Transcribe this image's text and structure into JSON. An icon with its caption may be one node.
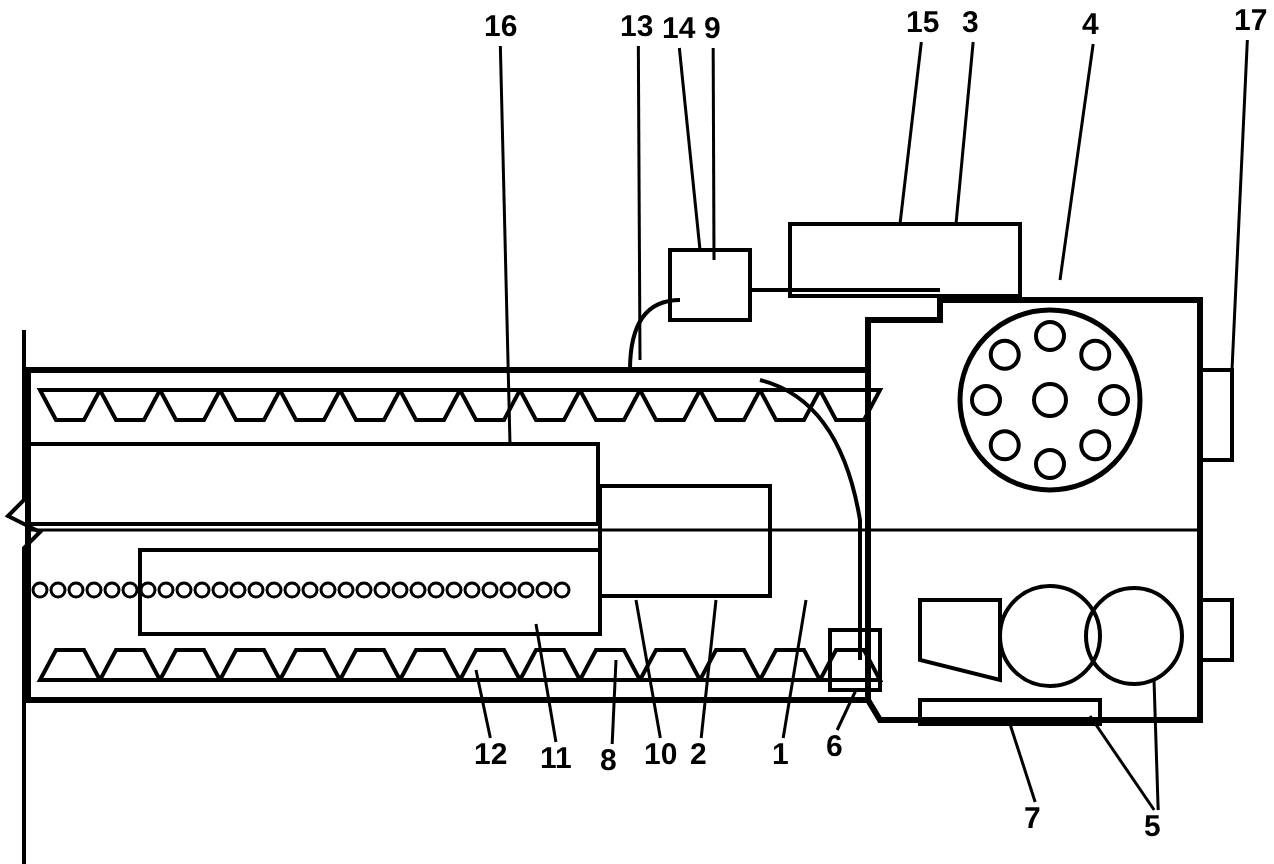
{
  "diagram": {
    "nodes": [
      {
        "text": [
          "16"
        ]
      },
      {
        "text": [
          "13"
        ]
      },
      {
        "text": [
          "14"
        ]
      },
      {
        "text": [
          "9"
        ]
      },
      {
        "text": [
          "15"
        ]
      },
      {
        "text": [
          "3"
        ]
      },
      {
        "text": [
          "4"
        ]
      },
      {
        "text": [
          "17"
        ]
      },
      {
        "text": [
          "12"
        ]
      },
      {
        "text": [
          "11"
        ]
      },
      {
        "text": [
          "8"
        ]
      },
      {
        "text": [
          "10"
        ]
      },
      {
        "text": [
          "2"
        ]
      },
      {
        "text": [
          "1"
        ]
      },
      {
        "text": [
          "6"
        ]
      },
      {
        "text": [
          "7"
        ]
      },
      {
        "text": [
          "5"
        ]
      }
    ],
    "edges": [
      {
        "from": 0,
        "to": null,
        "arrow": "none"
      },
      {
        "from": 1,
        "to": null,
        "arrow": "none"
      },
      {
        "from": 2,
        "to": null,
        "arrow": "none"
      },
      {
        "from": 3,
        "to": null,
        "arrow": "none"
      },
      {
        "from": 4,
        "to": null,
        "arrow": "none"
      },
      {
        "from": 5,
        "to": null,
        "arrow": "none"
      },
      {
        "from": 6,
        "to": null,
        "arrow": "none"
      },
      {
        "from": 7,
        "to": null,
        "arrow": "none"
      },
      {
        "from": 8,
        "to": null,
        "arrow": "none"
      },
      {
        "from": 9,
        "to": null,
        "arrow": "none"
      },
      {
        "from": 10,
        "to": null,
        "arrow": "none"
      },
      {
        "from": 11,
        "to": null,
        "arrow": "none"
      },
      {
        "from": 12,
        "to": null,
        "arrow": "none"
      },
      {
        "from": 13,
        "to": null,
        "arrow": "none"
      },
      {
        "from": 14,
        "to": null,
        "arrow": "none"
      },
      {
        "from": 15,
        "to": null,
        "arrow": "none"
      },
      {
        "from": 16,
        "to": null,
        "arrow": "none"
      },
      {
        "from": 16,
        "to": null,
        "arrow": "none"
      }
    ]
  }
}
